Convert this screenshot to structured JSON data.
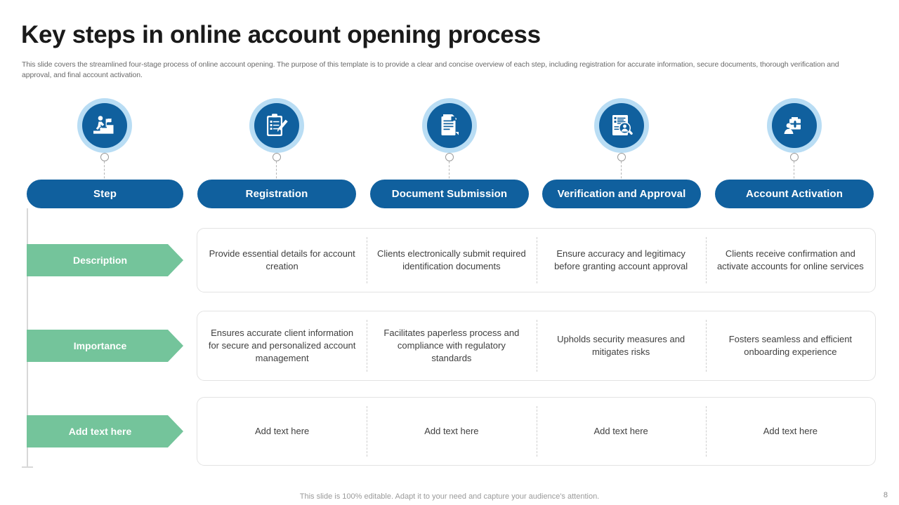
{
  "slide": {
    "title": "Key steps in online account opening process",
    "subtitle": "This slide covers the streamlined four-stage process of online account opening. The purpose of this template is to provide a clear and concise overview of each step, including registration for accurate information, secure documents, thorough verification and approval, and final account activation.",
    "footer_note": "This slide is 100% editable. Adapt it to your need and capture your audience's attention.",
    "page_number": "8"
  },
  "colors": {
    "icon_ring": "#b9ddf4",
    "icon_fill": "#10609e",
    "pill_blue": "#10609e",
    "arrow_green": "#74c49b",
    "card_border": "#e3e3e3",
    "divider": "#cfcfcf",
    "title_text": "#1a1a1a",
    "body_text": "#404040",
    "muted_text": "#6b6b6b"
  },
  "icons": [
    {
      "name": "steps-person-flag-icon"
    },
    {
      "name": "clipboard-pen-icon"
    },
    {
      "name": "document-pages-icon"
    },
    {
      "name": "document-magnifier-person-icon"
    },
    {
      "name": "person-briefcase-dollar-icon"
    }
  ],
  "columns": [
    {
      "header": "Step"
    },
    {
      "header": "Registration"
    },
    {
      "header": "Document Submission"
    },
    {
      "header": "Verification and Approval"
    },
    {
      "header": "Account Activation"
    }
  ],
  "rows": [
    {
      "label": "Description",
      "cells": [
        "Provide essential details for account creation",
        "Clients electronically submit required identification documents",
        "Ensure accuracy and legitimacy before granting account approval",
        "Clients receive confirmation and activate accounts for online services"
      ]
    },
    {
      "label": "Importance",
      "cells": [
        "Ensures accurate client information for secure and personalized account management",
        "Facilitates paperless process and compliance with regulatory standards",
        "Upholds security measures and mitigates risks",
        "Fosters seamless and efficient onboarding experience"
      ]
    },
    {
      "label": "Add text here",
      "cells": [
        "Add text here",
        "Add text here",
        "Add text here",
        "Add text here"
      ]
    }
  ]
}
